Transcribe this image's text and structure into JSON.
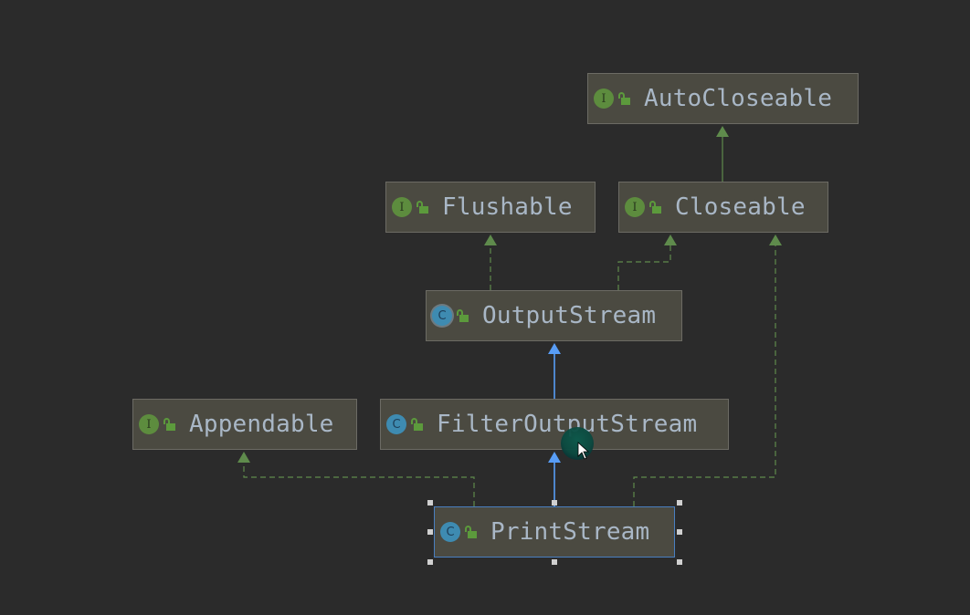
{
  "diagram": {
    "title": "PrintStream class hierarchy",
    "colors": {
      "background": "#2b2b2b",
      "node_fill": "#4b4a41",
      "node_border": "#6c6b64",
      "selected_border": "#4a7fc0",
      "text": "#a9b7c6",
      "interface_badge": "#5d8c3e",
      "class_badge": "#3e8bb1",
      "implements_edge": "#5f8b4c",
      "extends_edge": "#589df6"
    },
    "legend": {
      "interface_badge_letter": "I",
      "class_badge_letter": "C"
    },
    "nodes": [
      {
        "id": "AutoCloseable",
        "label": "AutoCloseable",
        "kind": "interface",
        "visibility": "public"
      },
      {
        "id": "Flushable",
        "label": "Flushable",
        "kind": "interface",
        "visibility": "public"
      },
      {
        "id": "Closeable",
        "label": "Closeable",
        "kind": "interface",
        "visibility": "public"
      },
      {
        "id": "OutputStream",
        "label": "OutputStream",
        "kind": "abstract-class",
        "visibility": "public"
      },
      {
        "id": "Appendable",
        "label": "Appendable",
        "kind": "interface",
        "visibility": "public"
      },
      {
        "id": "FilterOutputStream",
        "label": "FilterOutputStream",
        "kind": "class",
        "visibility": "public"
      },
      {
        "id": "PrintStream",
        "label": "PrintStream",
        "kind": "class",
        "visibility": "public",
        "selected": true
      }
    ],
    "edges": [
      {
        "from": "Closeable",
        "to": "AutoCloseable",
        "type": "extends-interface"
      },
      {
        "from": "OutputStream",
        "to": "Flushable",
        "type": "implements"
      },
      {
        "from": "OutputStream",
        "to": "Closeable",
        "type": "implements"
      },
      {
        "from": "FilterOutputStream",
        "to": "OutputStream",
        "type": "extends"
      },
      {
        "from": "PrintStream",
        "to": "FilterOutputStream",
        "type": "extends"
      },
      {
        "from": "PrintStream",
        "to": "Appendable",
        "type": "implements"
      },
      {
        "from": "PrintStream",
        "to": "Closeable",
        "type": "implements"
      }
    ]
  }
}
